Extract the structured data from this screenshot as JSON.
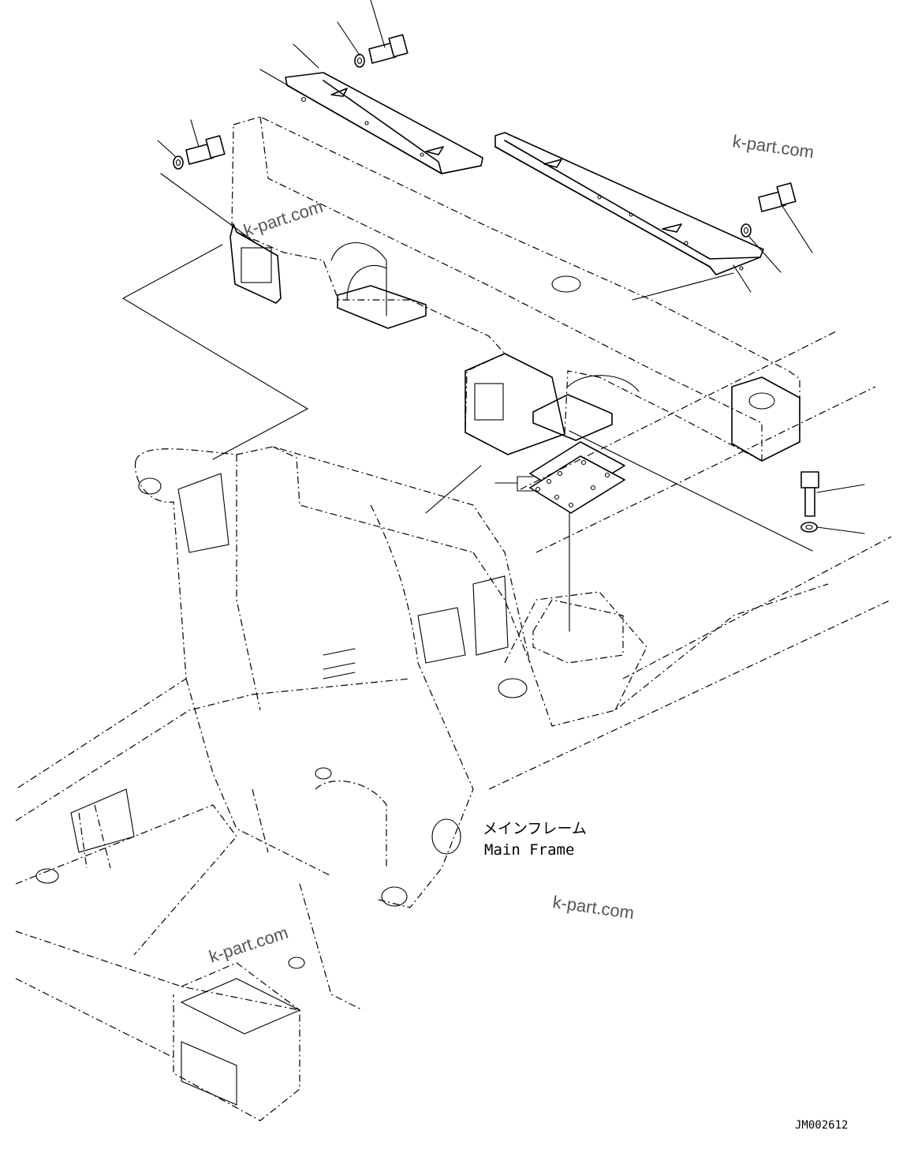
{
  "diagram": {
    "caption_jp": "メインフレーム",
    "caption_en": "Main Frame",
    "drawing_code": "JM002612",
    "watermarks": [
      "k-part.com",
      "k-part.com",
      "k-part.com",
      "k-part.com"
    ]
  }
}
